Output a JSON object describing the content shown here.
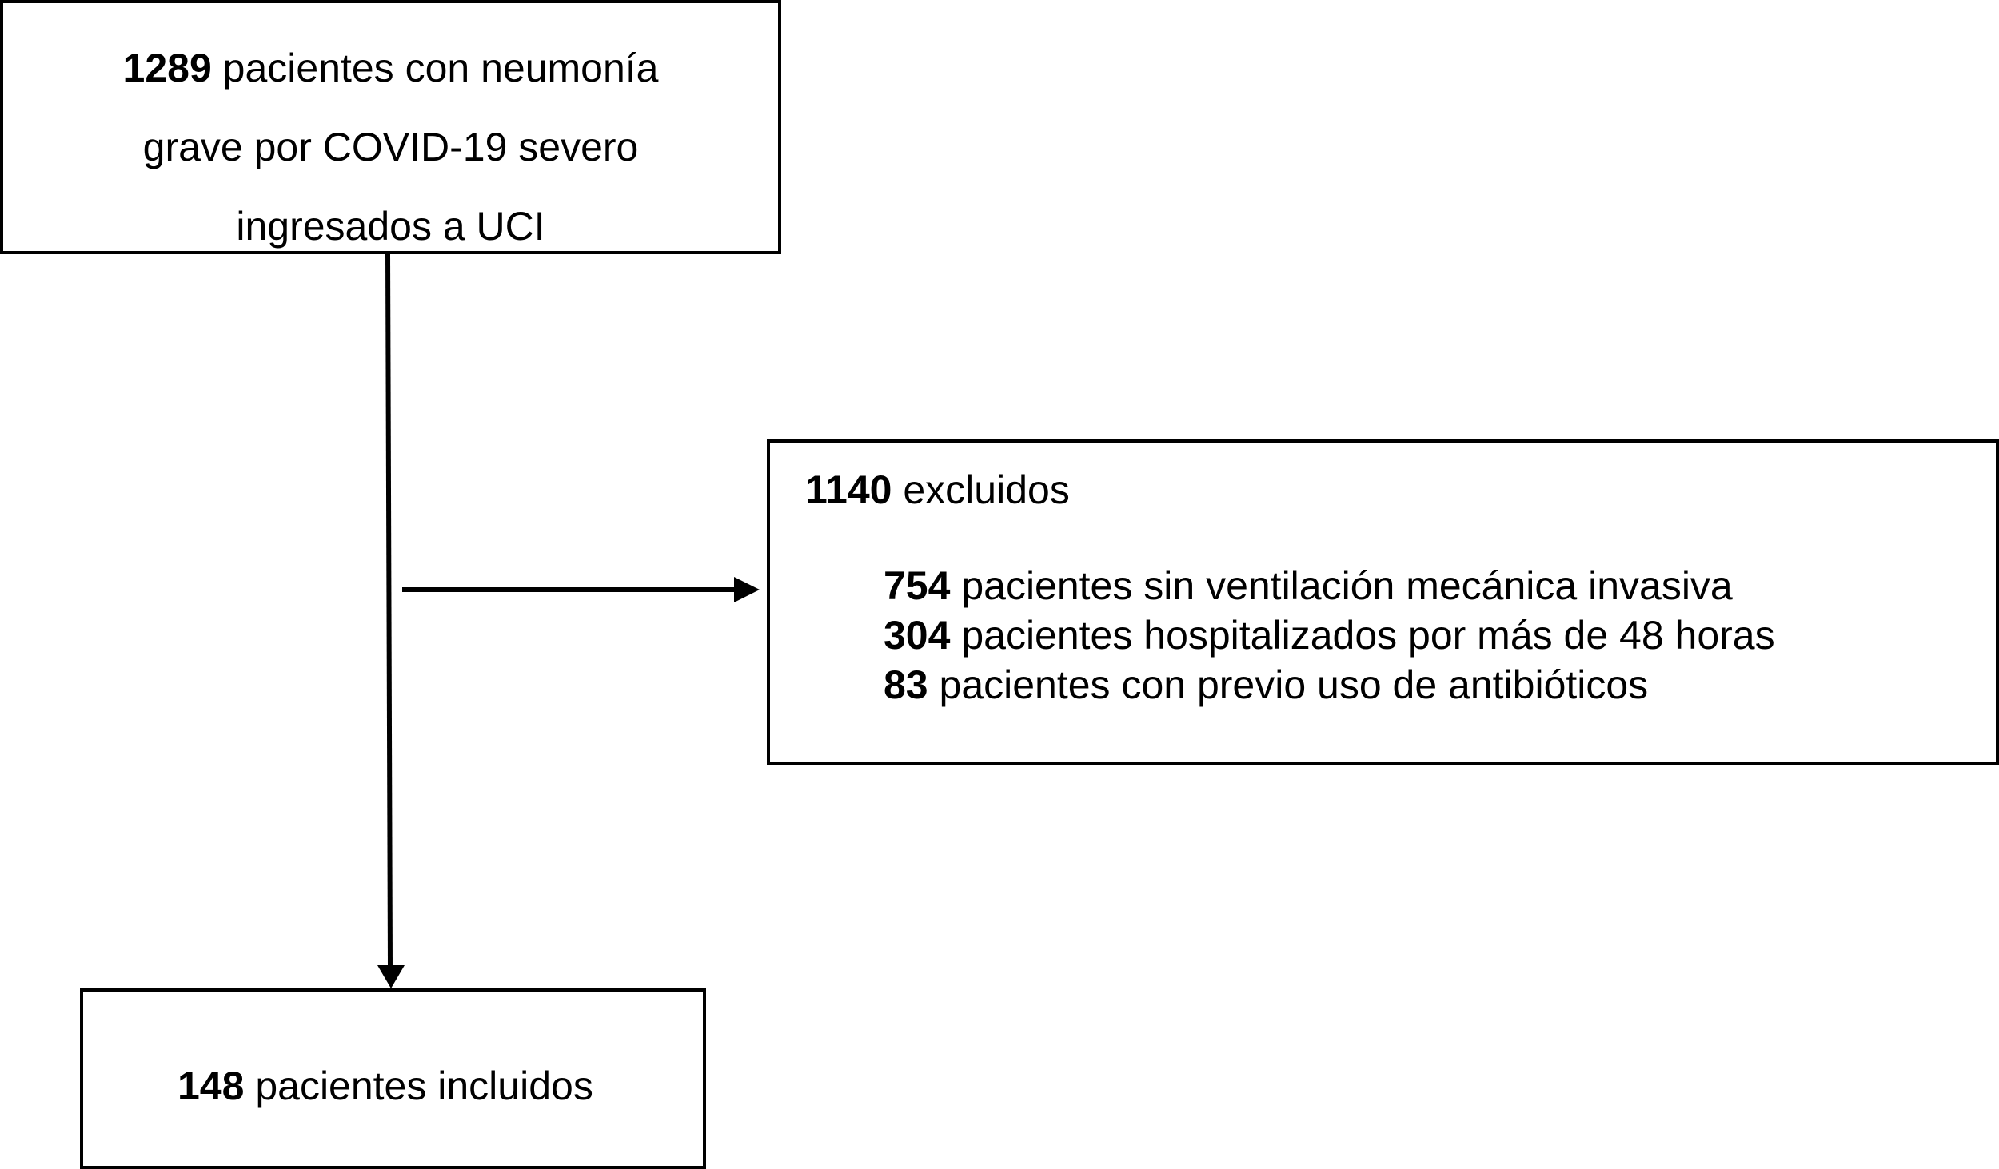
{
  "boxes": {
    "top": {
      "line1_number": "1289",
      "line1_text": " pacientes con neumonía",
      "line2": "grave por COVID-19 severo",
      "line3": "ingresados a UCI"
    },
    "excluded": {
      "number": "1140",
      "label": " excluidos",
      "reasons": [
        {
          "number": "754",
          "text": " pacientes sin ventilación mecánica invasiva"
        },
        {
          "number": "304",
          "text": " pacientes hospitalizados por más de 48 horas"
        },
        {
          "number": "83",
          "text": " pacientes con previo uso de antibióticos"
        }
      ]
    },
    "bottom": {
      "number": "148",
      "text": " pacientes incluidos"
    }
  },
  "colors": {
    "stroke": "#000000",
    "background": "#ffffff"
  }
}
